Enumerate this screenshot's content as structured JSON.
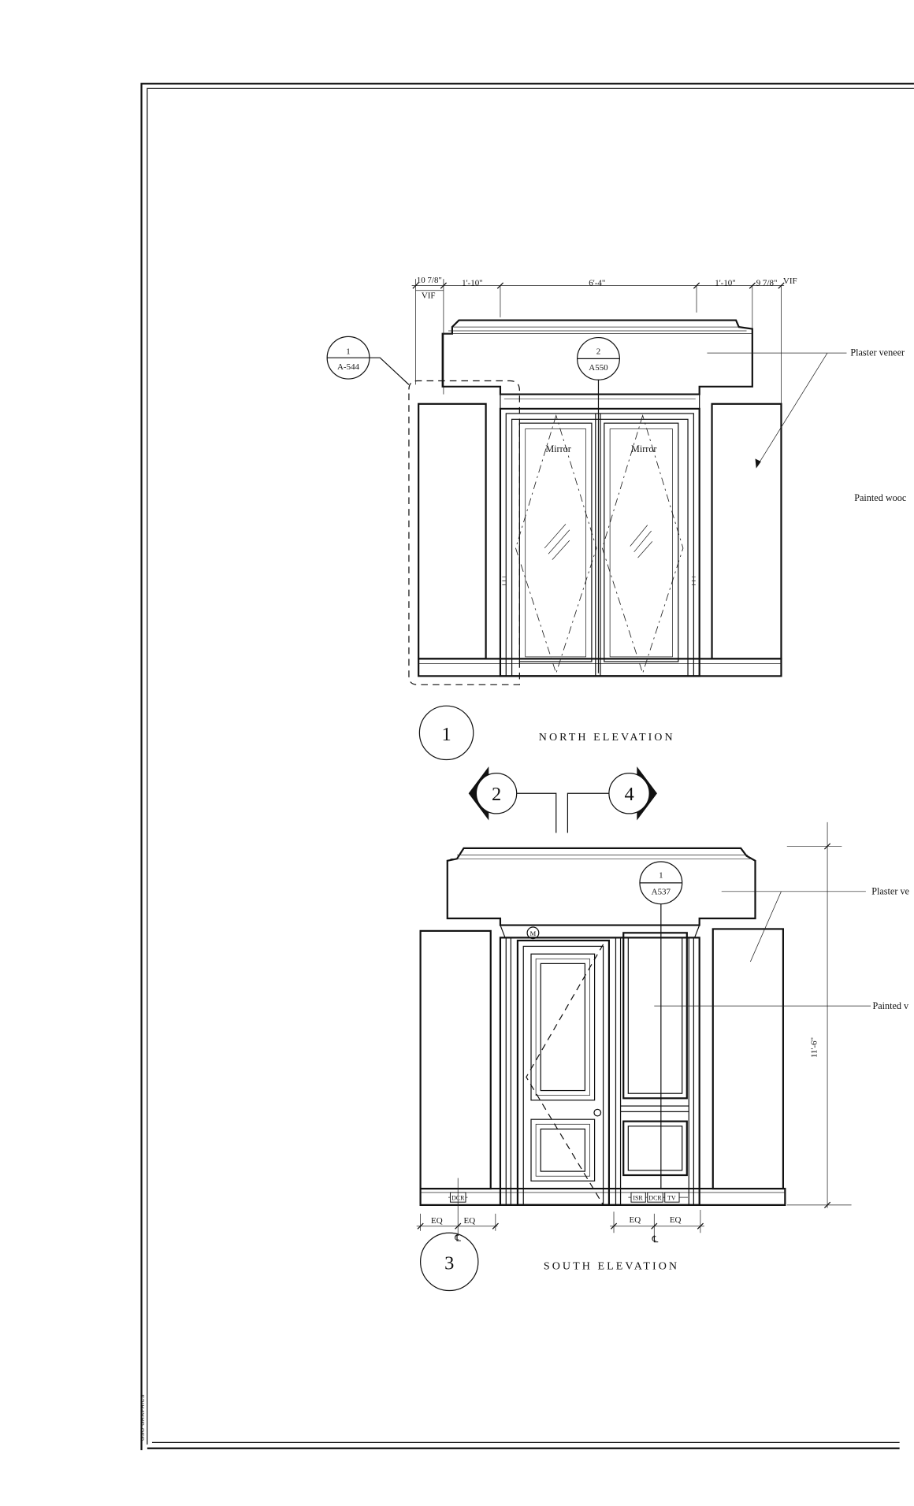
{
  "sheet": {
    "stamp": "GSO GRAPHICS",
    "frame_color": "#111111"
  },
  "north": {
    "title": "NORTH ELEVATION",
    "marker": "1",
    "dims": [
      "10 7/8\"",
      "VIF",
      "1'-10\"",
      "6'-4\"",
      "1'-10\"",
      "9 7/8\"",
      "VIF"
    ],
    "callout_detail": {
      "number": "1",
      "sheet": "A-544"
    },
    "callout_section": {
      "number": "2",
      "sheet": "A550"
    },
    "mirror_labels": [
      "Mirror",
      "Mirror"
    ],
    "notes": [
      "Plaster veneer",
      "Painted wooc"
    ]
  },
  "section_markers": [
    "2",
    "4"
  ],
  "south": {
    "title": "SOUTH ELEVATION",
    "marker": "3",
    "callout": {
      "number": "1",
      "sheet": "A537"
    },
    "m_tag": "M",
    "height_dim": "11'-6\"",
    "notes": [
      "Plaster ve",
      "Painted v"
    ],
    "devices_left": [
      "DCR"
    ],
    "devices_right": [
      "ISR",
      "DCR",
      "TV"
    ],
    "eq": [
      "EQ",
      "EQ",
      "EQ",
      "EQ"
    ],
    "centerline": [
      "℄",
      "℄"
    ]
  }
}
